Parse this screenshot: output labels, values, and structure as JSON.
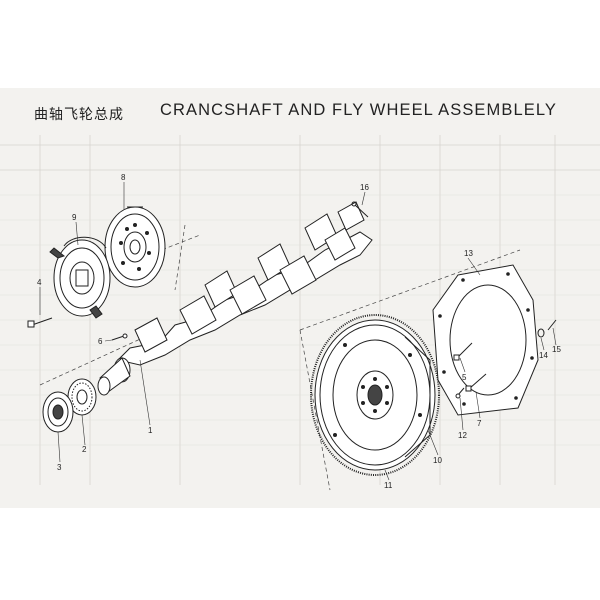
{
  "title": {
    "chinese": "曲轴飞轮总成",
    "english": "CRANCSHAFT AND FLY WHEEL ASSEMBLELY"
  },
  "colors": {
    "paper": "#f3f2ef",
    "ink": "#222222",
    "ghost": "#c9c7c2"
  },
  "callouts": [
    "1",
    "2",
    "3",
    "4",
    "5",
    "6",
    "7",
    "8",
    "9",
    "10",
    "11",
    "12",
    "13",
    "14",
    "15",
    "16"
  ]
}
